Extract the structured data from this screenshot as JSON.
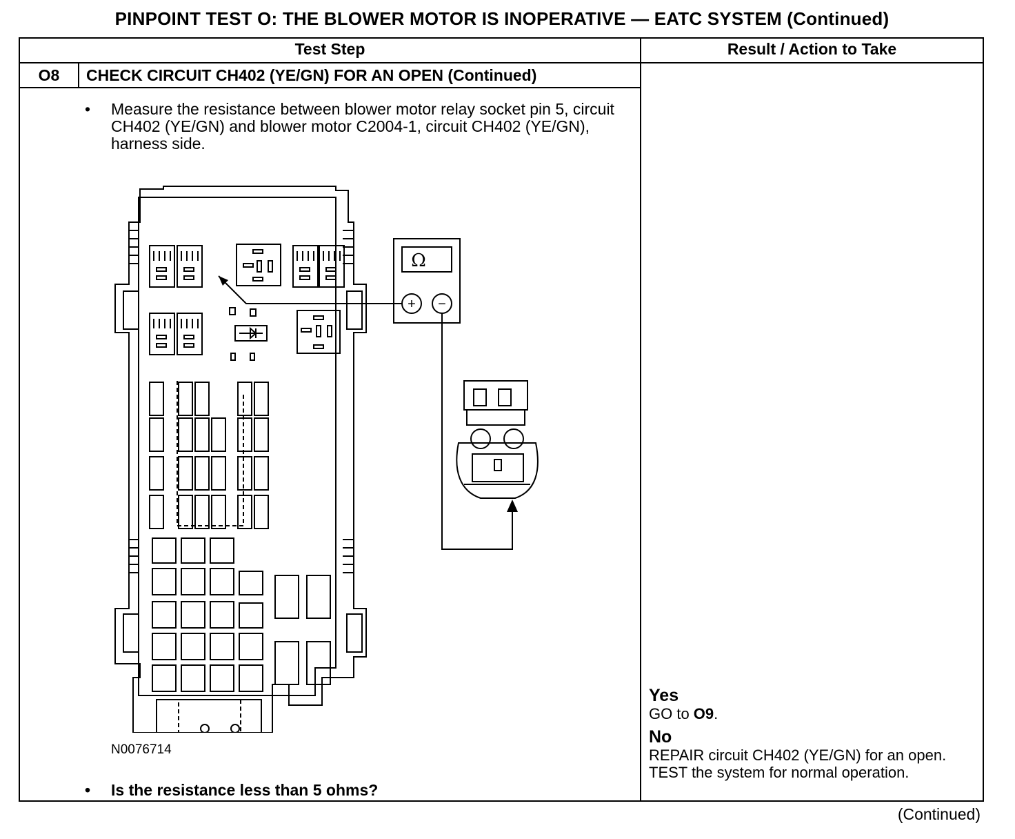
{
  "title": "PINPOINT TEST O: THE BLOWER MOTOR IS INOPERATIVE — EATC SYSTEM (Continued)",
  "table": {
    "headers": [
      "Test Step",
      "Result / Action to Take"
    ],
    "step": {
      "number": "O8",
      "title": "CHECK CIRCUIT CH402 (YE/GN) FOR AN OPEN (Continued)",
      "bullets": [
        "Measure the resistance between blower motor relay socket pin 5, circuit CH402 (YE/GN) and blower motor C2004-1, circuit CH402 (YE/GN), harness side.",
        "Is the resistance less than 5 ohms?"
      ],
      "figure_id": "N0076714",
      "meter_symbol": "Ω",
      "meter_plus": "+",
      "meter_minus": "−"
    },
    "results": {
      "yes_label": "Yes",
      "yes_action_prefix": "GO to ",
      "yes_action_target": "O9",
      "yes_action_suffix": ".",
      "no_label": "No",
      "no_action": "REPAIR circuit CH402 (YE/GN) for an open. TEST the system for normal operation."
    }
  },
  "footer": "(Continued)"
}
